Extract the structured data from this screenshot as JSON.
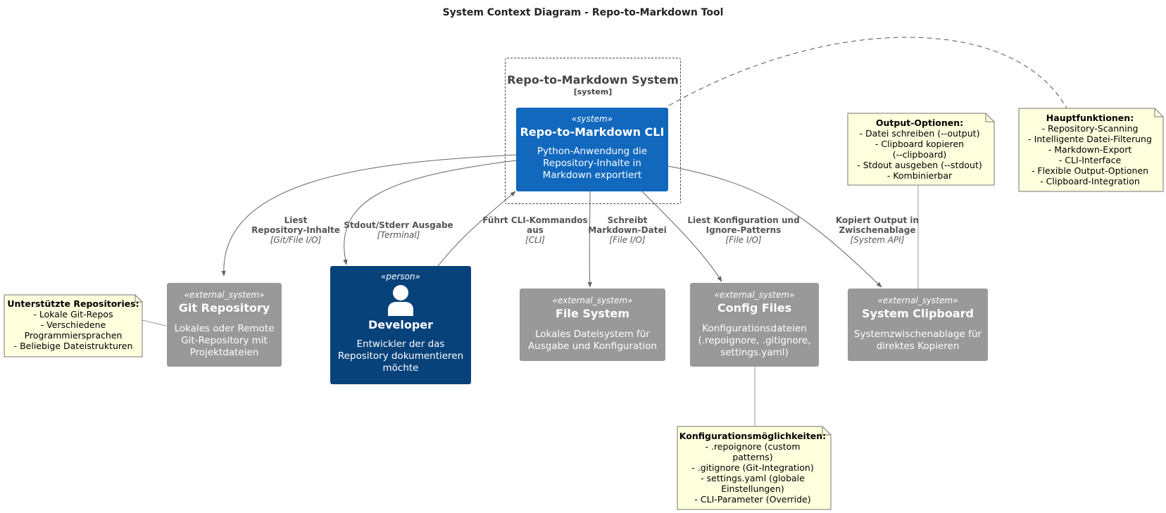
{
  "title": "System Context Diagram - Repo-to-Markdown Tool",
  "boundary": {
    "title": "Repo-to-Markdown System",
    "type": "[system]"
  },
  "nodes": {
    "cli": {
      "stereotype": "«system»",
      "name": "Repo-to-Markdown CLI",
      "description": "Python-Anwendung die\nRepository-Inhalte in\nMarkdown exportiert"
    },
    "developer": {
      "stereotype": "«person»",
      "name": "Developer",
      "description": "Entwickler der das\nRepository dokumentieren\nmöchte"
    },
    "git": {
      "stereotype": "«external_system»",
      "name": "Git Repository",
      "description": "Lokales oder Remote\nGit-Repository mit\nProjektdateien"
    },
    "fs": {
      "stereotype": "«external_system»",
      "name": "File System",
      "description": "Lokales Dateisystem für\nAusgabe und Konfiguration"
    },
    "config": {
      "stereotype": "«external_system»",
      "name": "Config Files",
      "description": "Konfigurationsdateien\n(.repoignore, .gitignore,\nsettings.yaml)"
    },
    "clipboard": {
      "stereotype": "«external_system»",
      "name": "System Clipboard",
      "description": "Systemzwischenablage für\ndirektes Kopieren"
    }
  },
  "relations": {
    "git": {
      "label": "Liest\nRepository-Inhalte",
      "tech": "[Git/File I/O]"
    },
    "stdout": {
      "label": "Stdout/Stderr Ausgabe",
      "tech": "[Terminal]"
    },
    "cli": {
      "label": "Führt CLI-Kommandos\naus",
      "tech": "[CLI]"
    },
    "fs": {
      "label": "Schreibt\nMarkdown-Datei",
      "tech": "[File I/O]"
    },
    "config": {
      "label": "Liest Konfiguration und\nIgnore-Patterns",
      "tech": "[File I/O]"
    },
    "clipboard": {
      "label": "Kopiert Output in\nZwischenablage",
      "tech": "[System API]"
    }
  },
  "notes": {
    "repos": {
      "title": "Unterstützte Repositories:",
      "lines": [
        "- Lokale Git-Repos",
        "- Verschiedene",
        "Programmiersprachen",
        "- Beliebige Dateistrukturen"
      ]
    },
    "output": {
      "title": "Output-Optionen:",
      "lines": [
        "- Datei schreiben (--output)",
        "- Clipboard kopieren",
        "(--clipboard)",
        "- Stdout ausgeben (--stdout)",
        "- Kombinierbar"
      ]
    },
    "features": {
      "title": "Hauptfunktionen:",
      "lines": [
        "- Repository-Scanning",
        "- Intelligente Datei-Filterung",
        "- Markdown-Export",
        "- CLI-Interface",
        "- Flexible Output-Optionen",
        "- Clipboard-Integration"
      ]
    },
    "config": {
      "title": "Konfigurationsmöglichkeiten:",
      "lines": [
        "- .repoignore (custom",
        "patterns)",
        "- .gitignore (Git-Integration)",
        "- settings.yaml (globale",
        "Einstellungen)",
        "- CLI-Parameter (Override)"
      ]
    }
  },
  "colors": {
    "system": "#1168BD",
    "person": "#08427B",
    "external": "#999999",
    "note": "#FEFFDD",
    "edge": "#666666"
  }
}
